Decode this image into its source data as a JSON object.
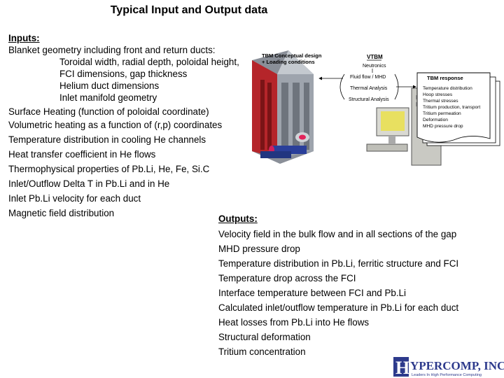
{
  "title": "Typical Input and Output data",
  "inputs": {
    "heading": "Inputs:",
    "lines": [
      "Blanket geometry including front and return ducts:",
      "Toroidal width, radial depth, poloidal height,",
      "FCI dimensions, gap thickness",
      "Helium duct dimensions",
      "Inlet manifold geometry",
      "Surface Heating (function of poloidal coordinate)"
    ],
    "items": [
      "Volumetric heating as a function of (r,p) coordinates",
      "Temperature distribution in cooling He channels",
      "Heat transfer coefficient in He flows",
      "Thermophysical properties of Pb.Li, He, Fe, Si.C",
      "Inlet/Outflow Delta T in Pb.Li and in He",
      "Inlet Pb.Li velocity for each duct",
      "Magnetic field distribution"
    ]
  },
  "outputs": {
    "heading": "Outputs:",
    "items": [
      "Velocity field in the bulk flow and in all sections of the gap",
      "MHD pressure drop",
      "Temperature distribution in Pb.Li, ferritic structure and FCI",
      "Temperature drop across the FCI",
      "Interface temperature between FCI and Pb.Li",
      "Calculated inlet/outflow temperature in Pb.Li for each duct",
      "Heat losses from Pb.Li into He flows",
      "Structural deformation",
      "Tritium concentration"
    ]
  },
  "figure": {
    "design_title": "TBM Conceptual design",
    "design_sub": "+ Loading conditions",
    "vtbm_title": "VTBM",
    "vtbm_items": [
      "Neutronics",
      "Fluid flow / MHD",
      "Thermal Analysis",
      "Structural Analysis"
    ],
    "response_title": "TBM response",
    "response_items": [
      "Temperature distribution",
      "Hoop stresses",
      "Thermal stresses",
      "Tritium production, transport",
      "Tritium permeation",
      "Deformation",
      "MHD pressure drop"
    ]
  },
  "logo": {
    "text": "YPERCOMP, INC.",
    "letter": "H",
    "tagline": "Leaders In High Performance Computing"
  }
}
